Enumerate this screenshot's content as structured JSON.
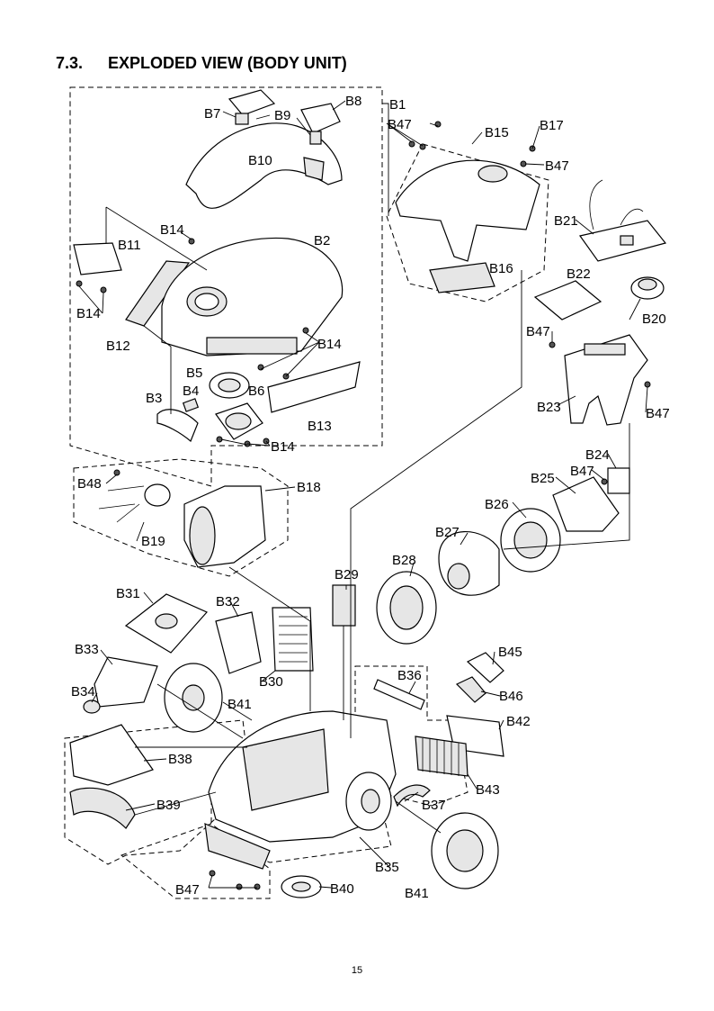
{
  "heading": {
    "number": "7.3.",
    "title": "EXPLODED VIEW (BODY UNIT)"
  },
  "labels": {
    "B1": "B1",
    "B2": "B2",
    "B3": "B3",
    "B4": "B4",
    "B5": "B5",
    "B6": "B6",
    "B7": "B7",
    "B8": "B8",
    "B9": "B9",
    "B10": "B10",
    "B11": "B11",
    "B12": "B12",
    "B13": "B13",
    "B14": "B14",
    "B15": "B15",
    "B16": "B16",
    "B17": "B17",
    "B18": "B18",
    "B19": "B19",
    "B20": "B20",
    "B21": "B21",
    "B22": "B22",
    "B23": "B23",
    "B24": "B24",
    "B25": "B25",
    "B26": "B26",
    "B27": "B27",
    "B28": "B28",
    "B29": "B29",
    "B30": "B30",
    "B31": "B31",
    "B32": "B32",
    "B33": "B33",
    "B34": "B34",
    "B35": "B35",
    "B36": "B36",
    "B37": "B37",
    "B38": "B38",
    "B39": "B39",
    "B40": "B40",
    "B41": "B41",
    "B42": "B42",
    "B43": "B43",
    "B45": "B45",
    "B46": "B46",
    "B47": "B47",
    "B48": "B48"
  },
  "page_number": "15"
}
